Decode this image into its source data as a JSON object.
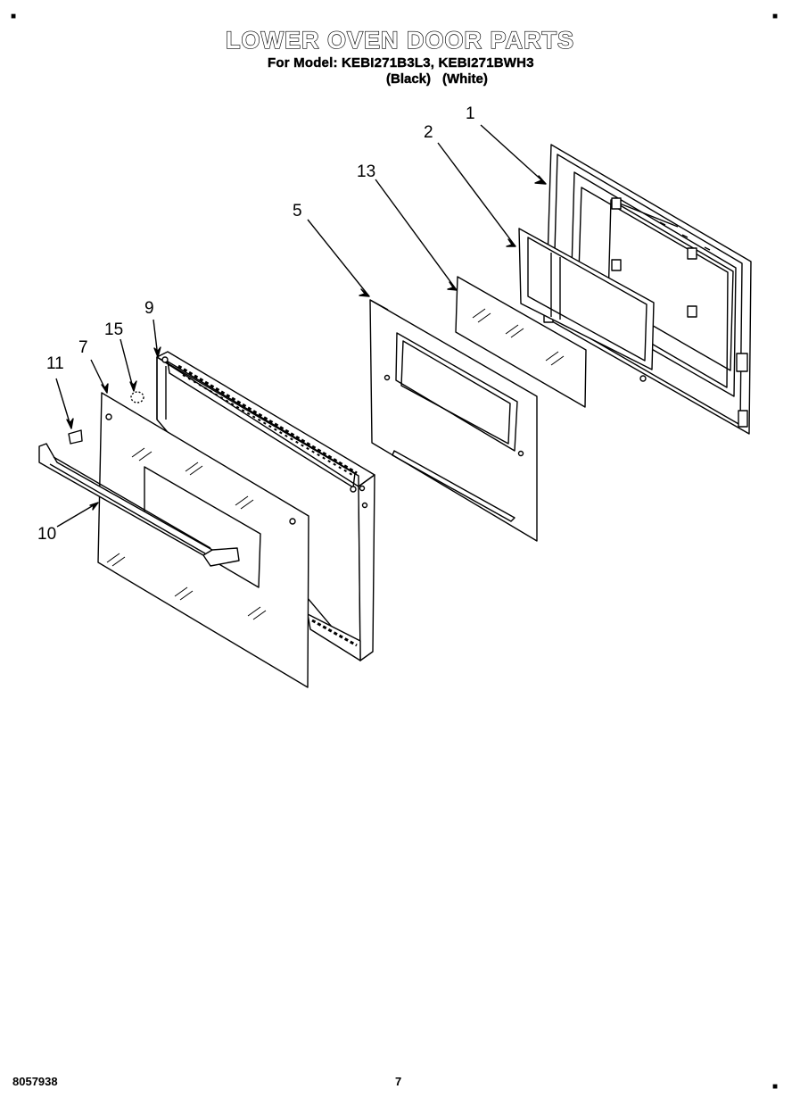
{
  "header": {
    "title": "LOWER OVEN DOOR PARTS",
    "model_line": "For Model: KEBI271B3L3, KEBI271BWH3",
    "color_black": "(Black)",
    "color_white": "(White)"
  },
  "callouts": {
    "c1": "1",
    "c2": "2",
    "c13": "13",
    "c5": "5",
    "c9": "9",
    "c15": "15",
    "c7": "7",
    "c11": "11",
    "c10": "10"
  },
  "footer": {
    "doc_number": "8057938",
    "page_number": "7"
  }
}
